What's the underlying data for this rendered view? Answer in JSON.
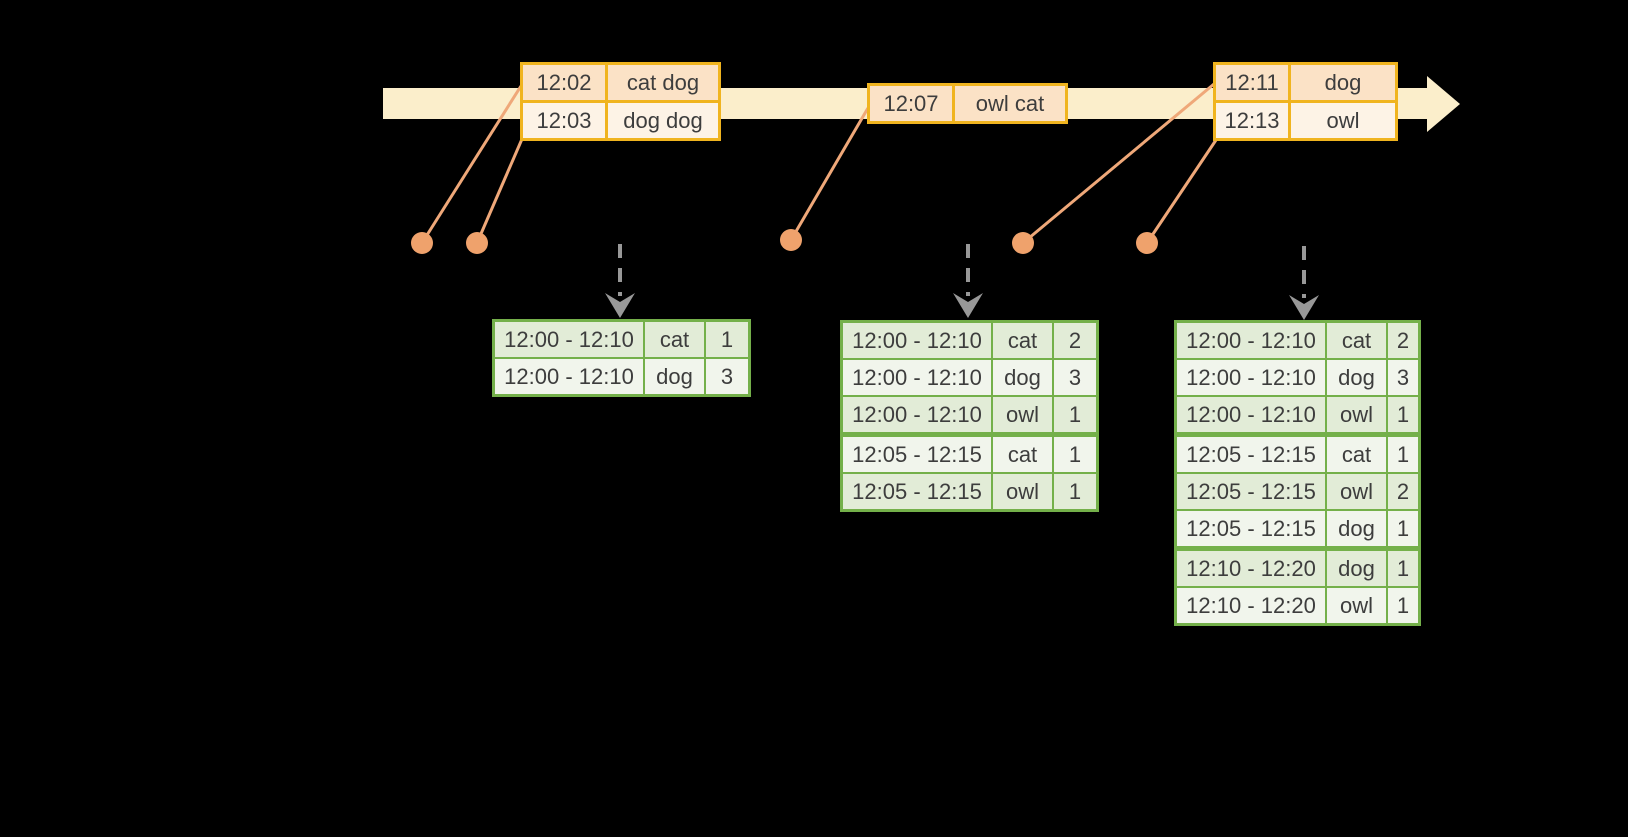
{
  "palette": {
    "background": "#000000",
    "timeline_fill": "#fbeecb",
    "event_table_border": "#f0b41f",
    "event_row_dark": "#fbe2c6",
    "event_row_light": "#fdf3e6",
    "marker_orange": "#efa26c",
    "connector_orange": "#efa879",
    "result_table_border": "#74b04a",
    "result_row_dark": "#e2ecd7",
    "result_row_light": "#f1f5ec",
    "trigger_arrow_gray": "#989898",
    "text": "#3d3d3d"
  },
  "event_tables": [
    {
      "rows": [
        {
          "time": "12:02",
          "words": "cat dog"
        },
        {
          "time": "12:03",
          "words": "dog dog"
        }
      ]
    },
    {
      "rows": [
        {
          "time": "12:07",
          "words": "owl cat"
        }
      ]
    },
    {
      "rows": [
        {
          "time": "12:11",
          "words": "dog"
        },
        {
          "time": "12:13",
          "words": "owl"
        }
      ]
    }
  ],
  "result_tables": [
    {
      "rows": [
        {
          "window": "12:00 - 12:10",
          "word": "cat",
          "count": "1"
        },
        {
          "window": "12:00 - 12:10",
          "word": "dog",
          "count": "3"
        }
      ]
    },
    {
      "rows": [
        {
          "window": "12:00 - 12:10",
          "word": "cat",
          "count": "2"
        },
        {
          "window": "12:00 - 12:10",
          "word": "dog",
          "count": "3"
        },
        {
          "window": "12:00 - 12:10",
          "word": "owl",
          "count": "1"
        },
        {
          "window": "12:05 - 12:15",
          "word": "cat",
          "count": "1",
          "group_start": true
        },
        {
          "window": "12:05 - 12:15",
          "word": "owl",
          "count": "1"
        }
      ]
    },
    {
      "rows": [
        {
          "window": "12:00 - 12:10",
          "word": "cat",
          "count": "2"
        },
        {
          "window": "12:00 - 12:10",
          "word": "dog",
          "count": "3"
        },
        {
          "window": "12:00 - 12:10",
          "word": "owl",
          "count": "1"
        },
        {
          "window": "12:05 - 12:15",
          "word": "cat",
          "count": "1",
          "group_start": true
        },
        {
          "window": "12:05 - 12:15",
          "word": "owl",
          "count": "2"
        },
        {
          "window": "12:05 - 12:15",
          "word": "dog",
          "count": "1"
        },
        {
          "window": "12:10 - 12:20",
          "word": "dog",
          "count": "1",
          "group_start": true
        },
        {
          "window": "12:10 - 12:20",
          "word": "owl",
          "count": "1"
        }
      ]
    }
  ]
}
